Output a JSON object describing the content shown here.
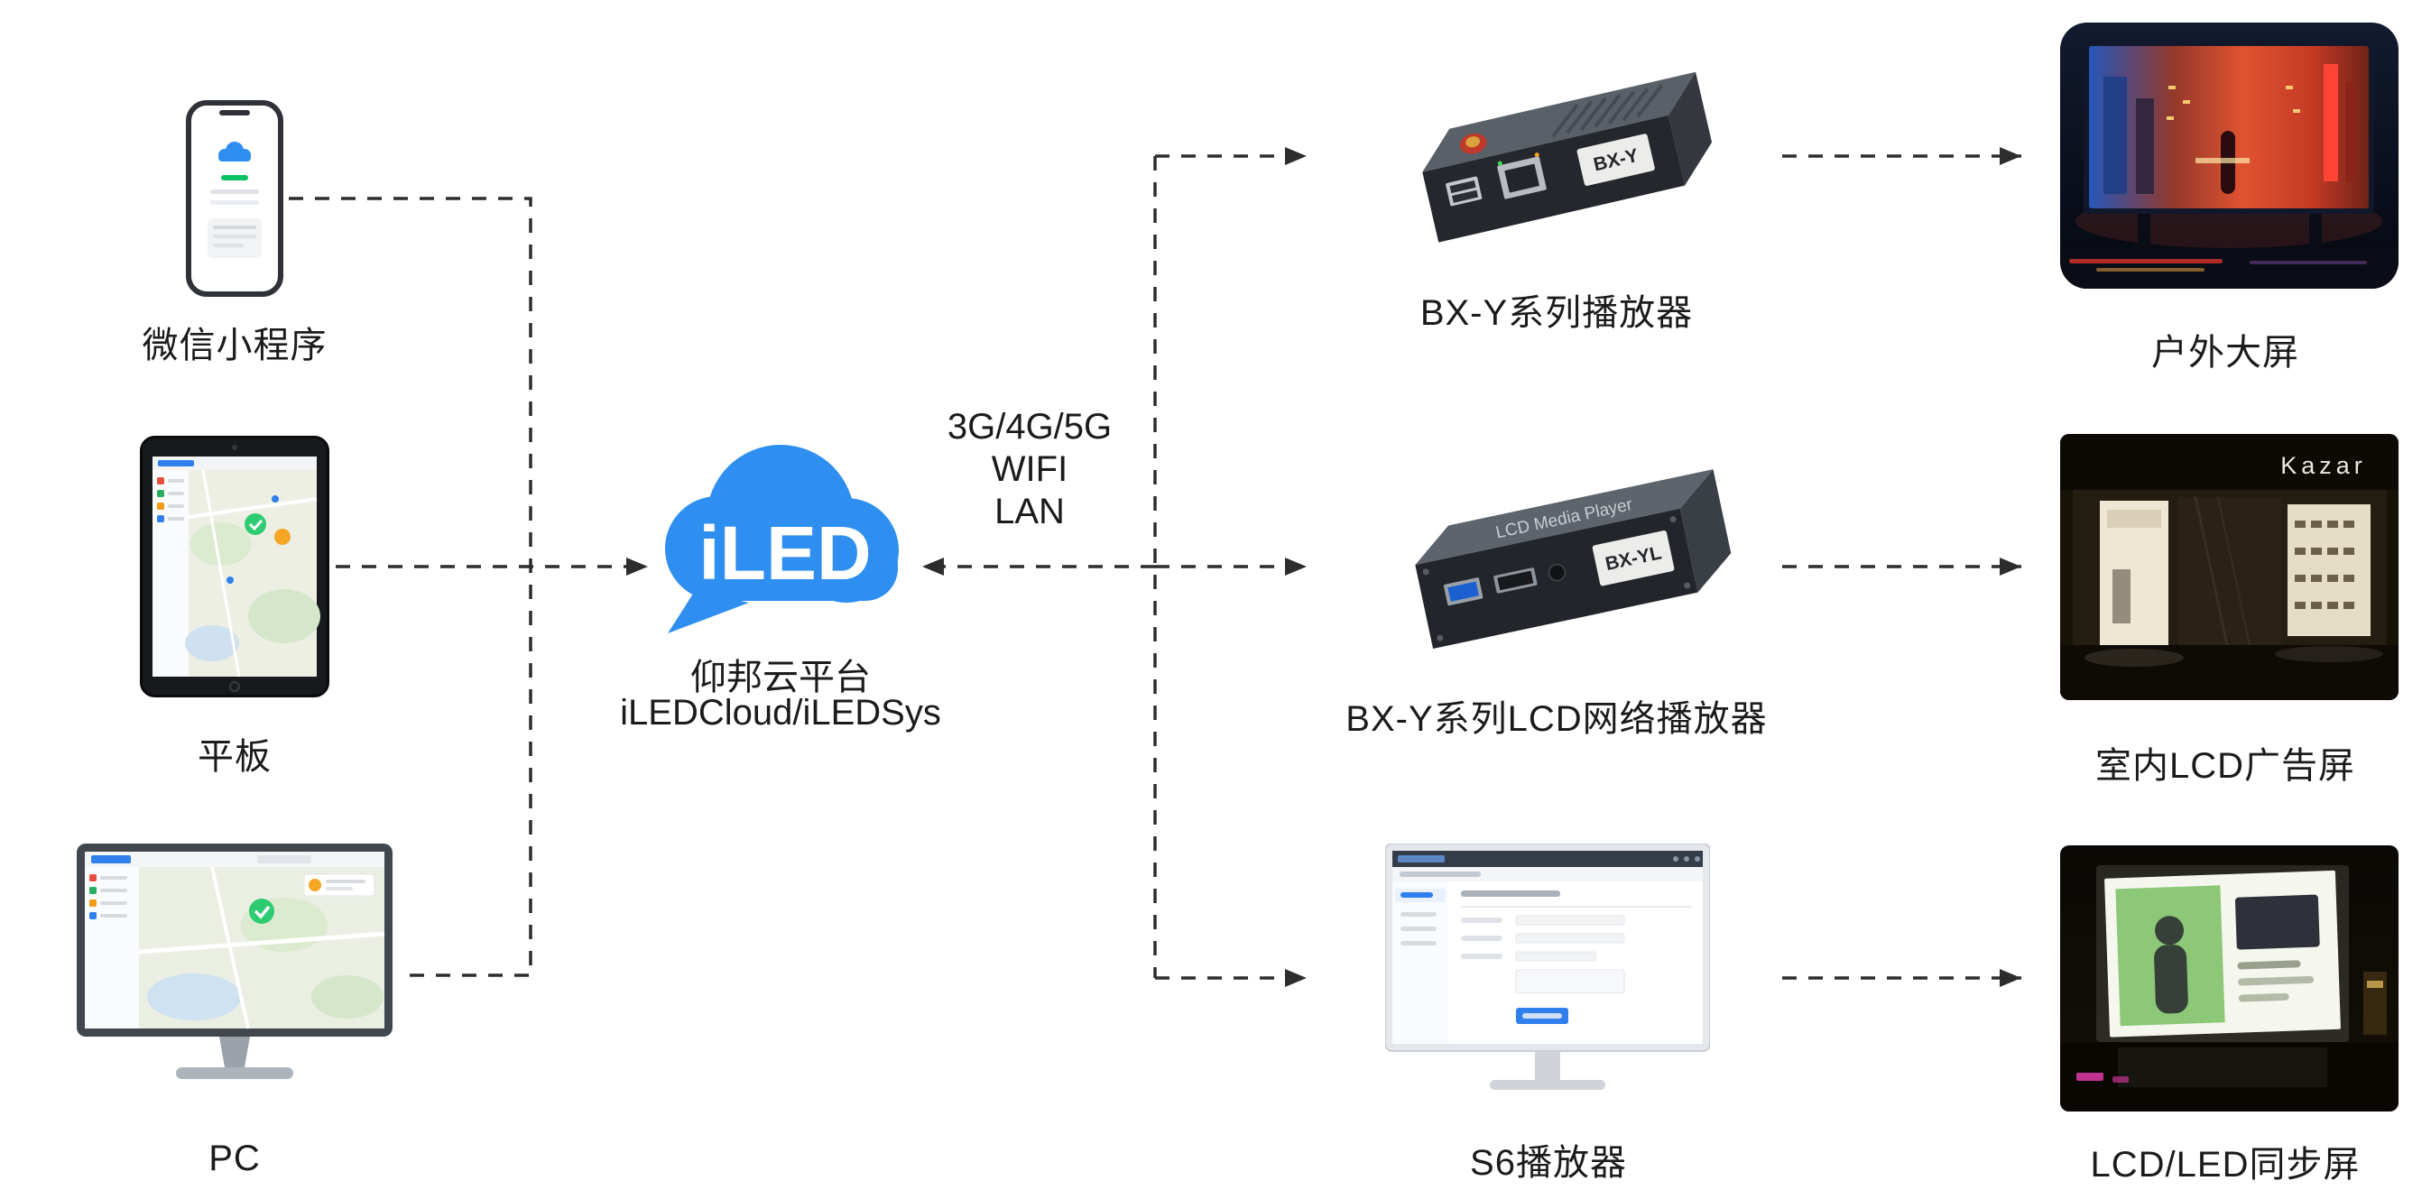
{
  "clients": {
    "wechat": {
      "label": "微信小程序"
    },
    "tablet": {
      "label": "平板"
    },
    "pc": {
      "label": "PC"
    }
  },
  "cloud": {
    "logo_text": "iLED",
    "platform_name": "仰邦云平台",
    "platform_sub": "iLEDCloud/iLEDSys",
    "accent_color": "#2E8FF0"
  },
  "link": {
    "line1": "3G/4G/5G",
    "line2": "WIFI",
    "line3": "LAN"
  },
  "players": {
    "bxy": {
      "label": "BX-Y系列播放器",
      "sticker": "BX-Y"
    },
    "bxy_lcd": {
      "label": "BX-Y系列LCD网络播放器",
      "sticker": "BX-YL",
      "top_text": "LCD Media Player"
    },
    "s6": {
      "label": "S6播放器"
    }
  },
  "displays": {
    "outdoor": {
      "label": "户外大屏"
    },
    "indoor": {
      "label": "室内LCD广告屏",
      "sign": "Kazar"
    },
    "sync": {
      "label": "LCD/LED同步屏"
    }
  },
  "line_color": "#2d2d2d"
}
